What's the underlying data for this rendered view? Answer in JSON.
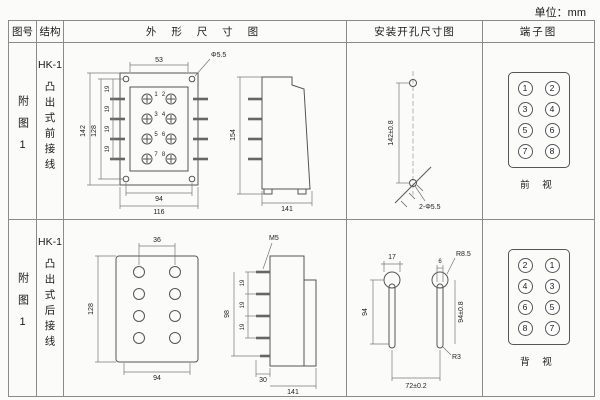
{
  "unit_label": "单位：mm",
  "header": {
    "fig_no": "图号",
    "structure": "结构",
    "outline": "外 形 尺 寸 图",
    "mounting": "安装开孔尺寸图",
    "terminal": "端子图"
  },
  "rows": [
    {
      "fig": "附图1",
      "model": "HK-1",
      "structure": "凸出式前接线",
      "outline_dims": {
        "top_width": "53",
        "hole": "Φ5.5",
        "height_outer": "142",
        "height_inner": "128",
        "pitch": "19",
        "bottom_inner": "94",
        "bottom_outer": "116",
        "side_height": "154",
        "side_width": "141",
        "terminals": [
          "1",
          "2",
          "3",
          "4",
          "5",
          "6",
          "7",
          "8"
        ]
      },
      "mounting_dims": {
        "spacing": "142±0.8",
        "holes": "2-Φ5.5"
      },
      "terminal": {
        "numbers": [
          [
            "1",
            "2"
          ],
          [
            "3",
            "4"
          ],
          [
            "5",
            "6"
          ],
          [
            "7",
            "8"
          ]
        ],
        "caption": "前 视"
      }
    },
    {
      "fig": "附图1",
      "model": "HK-1",
      "structure": "凸出式后接线",
      "outline_dims": {
        "top_width": "36",
        "screw": "M5",
        "height": "128",
        "bottom_width": "94",
        "pitch_total": "98",
        "pitch": "19",
        "tail": "30",
        "side_width": "141"
      },
      "mounting_dims": {
        "head_width": "17",
        "slot_width": "6",
        "radius_top": "R8.5",
        "slot_length": "94",
        "slot_label": "94±0.8",
        "spacing": "72±0.2",
        "radius_bottom": "R3"
      },
      "terminal": {
        "numbers": [
          [
            "2",
            "1"
          ],
          [
            "4",
            "3"
          ],
          [
            "6",
            "5"
          ],
          [
            "8",
            "7"
          ]
        ],
        "caption": "背 视"
      }
    }
  ]
}
